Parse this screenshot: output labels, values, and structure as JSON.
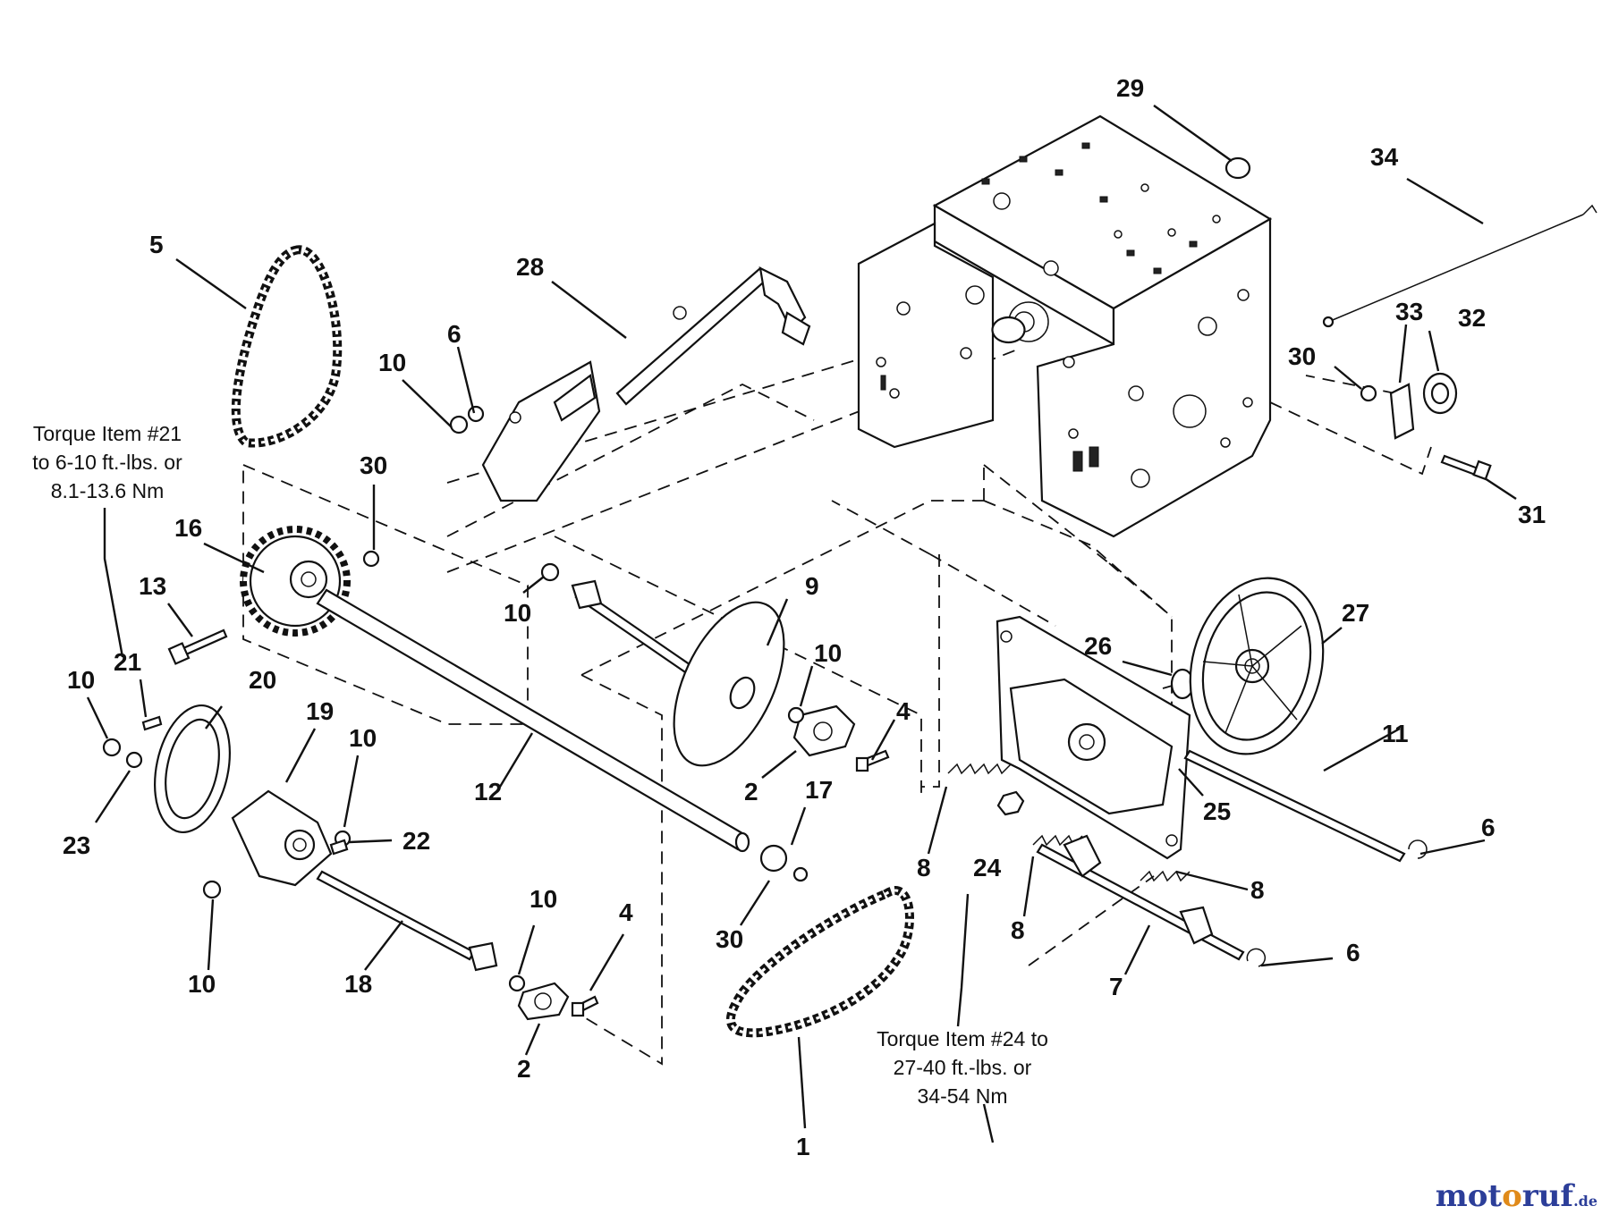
{
  "callouts": {
    "c1": "1",
    "c2a": "2",
    "c2b": "2",
    "c4a": "4",
    "c4b": "4",
    "c5": "5",
    "c6a": "6",
    "c6b": "6",
    "c6c": "6",
    "c7": "7",
    "c8a": "8",
    "c8b": "8",
    "c8c": "8",
    "c9": "9",
    "c10a": "10",
    "c10b": "10",
    "c10c": "10",
    "c10d": "10",
    "c10e": "10",
    "c10f": "10",
    "c10g": "10",
    "c11": "11",
    "c12": "12",
    "c13": "13",
    "c16": "16",
    "c17": "17",
    "c18": "18",
    "c19": "19",
    "c20": "20",
    "c21": "21",
    "c22": "22",
    "c23": "23",
    "c24": "24",
    "c25": "25",
    "c26": "26",
    "c27": "27",
    "c28": "28",
    "c29": "29",
    "c30a": "30",
    "c30b": "30",
    "c30c": "30",
    "c31": "31",
    "c32": "32",
    "c33": "33",
    "c34": "34"
  },
  "notes": {
    "torque21": [
      "Torque Item #21",
      "to 6-10 ft.-lbs. or",
      "8.1-13.6 Nm"
    ],
    "torque24": [
      "Torque Item #24 to",
      "27-40 ft.-lbs. or",
      "34-54 Nm"
    ]
  },
  "watermark": {
    "brand_start": "mot",
    "brand_o": "o",
    "brand_end": "ruf",
    "tld": ".de"
  },
  "colors": {
    "ink": "#111111",
    "watermark_blue": "#2c3e99",
    "watermark_orange": "#e08a1a"
  }
}
